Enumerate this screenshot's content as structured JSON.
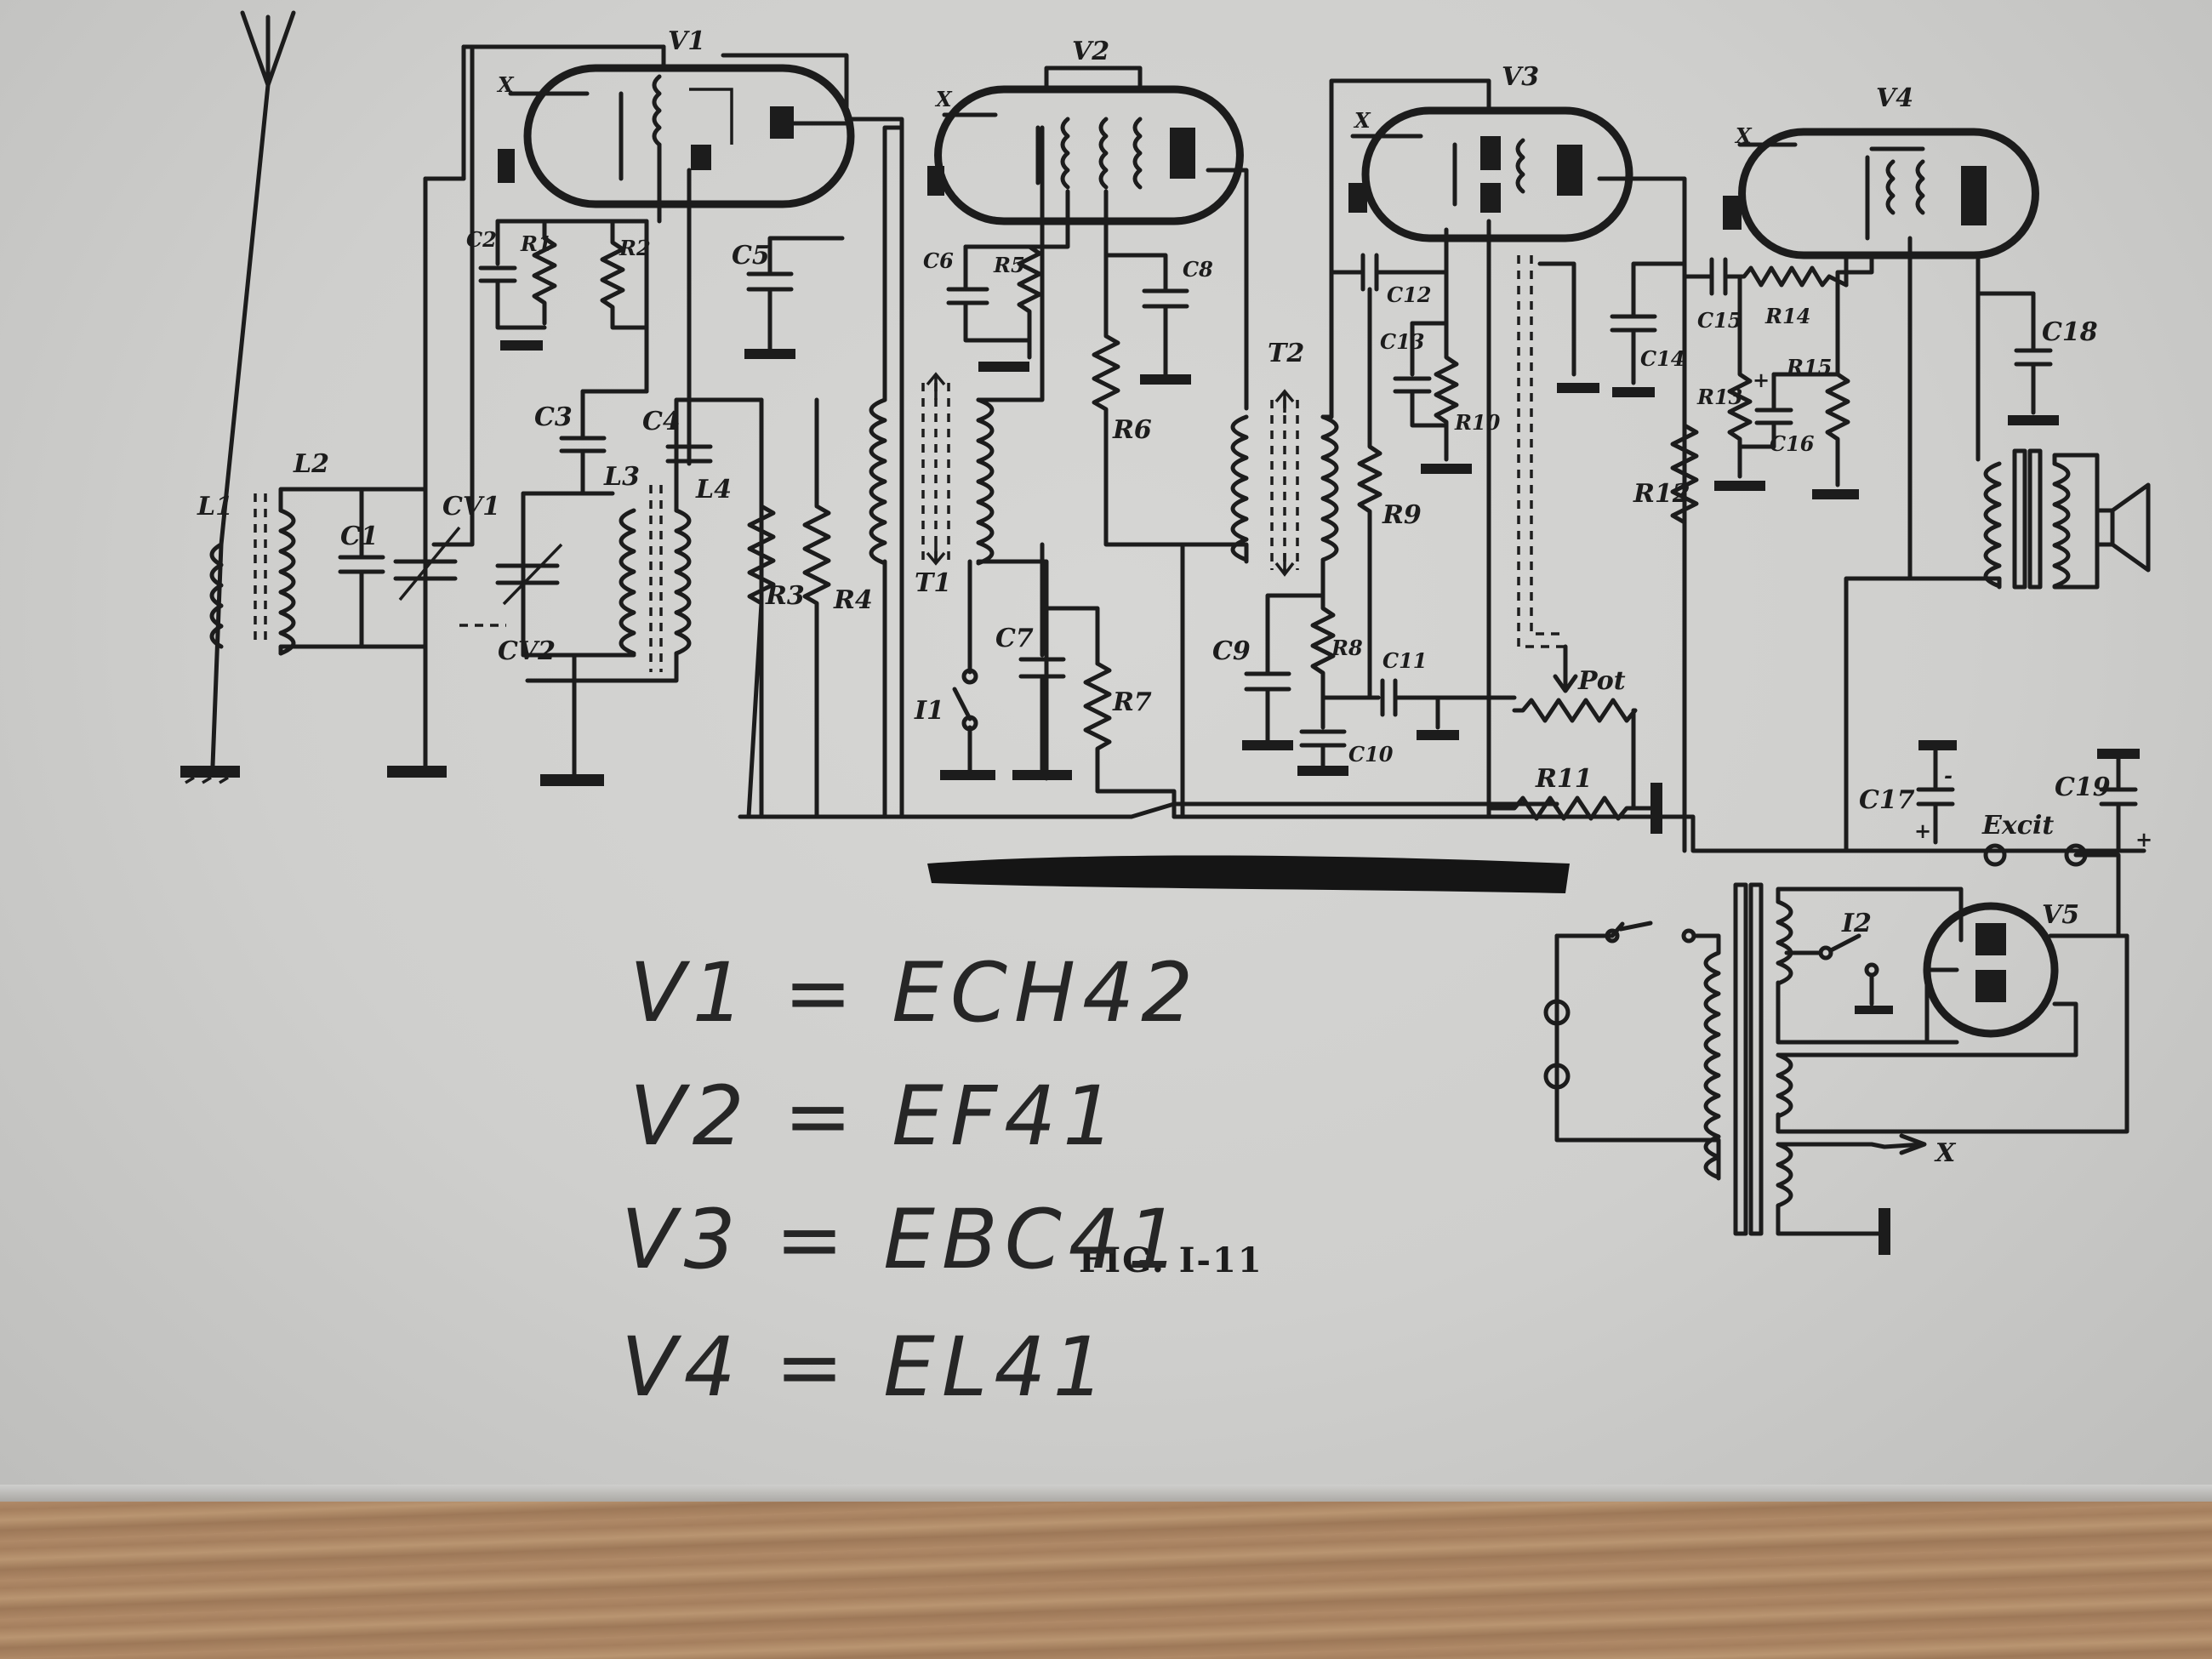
{
  "figure": {
    "caption": "FIG. I-11",
    "component_labels": {
      "tubes": [
        "V1",
        "V2",
        "V3",
        "V4",
        "V5"
      ],
      "coils": [
        "L1",
        "L2",
        "L3",
        "L4"
      ],
      "variable_caps": [
        "CV1",
        "CV2"
      ],
      "transformers": [
        "T1",
        "T2"
      ],
      "switches": [
        "I1",
        "I2"
      ],
      "resistors": [
        "R1",
        "R2",
        "R3",
        "R4",
        "R5",
        "R6",
        "R7",
        "R8",
        "R9",
        "R10",
        "R11",
        "R12",
        "R13",
        "R14",
        "R15"
      ],
      "capacitors": [
        "C1",
        "C2",
        "C3",
        "C4",
        "C5",
        "C6",
        "C7",
        "C8",
        "C9",
        "C10",
        "C11",
        "C12",
        "C13",
        "C14",
        "C15",
        "C16",
        "C17",
        "C18",
        "C19"
      ],
      "potentiometer": "Pot",
      "field_excitation": "Excit",
      "heater_mark": "X",
      "polarity": [
        "+",
        "-"
      ]
    }
  },
  "handwritten_notes": [
    "V1 = ECH42",
    "V2 = EF41",
    "V3 = EBC41",
    "V4 = EL41"
  ]
}
